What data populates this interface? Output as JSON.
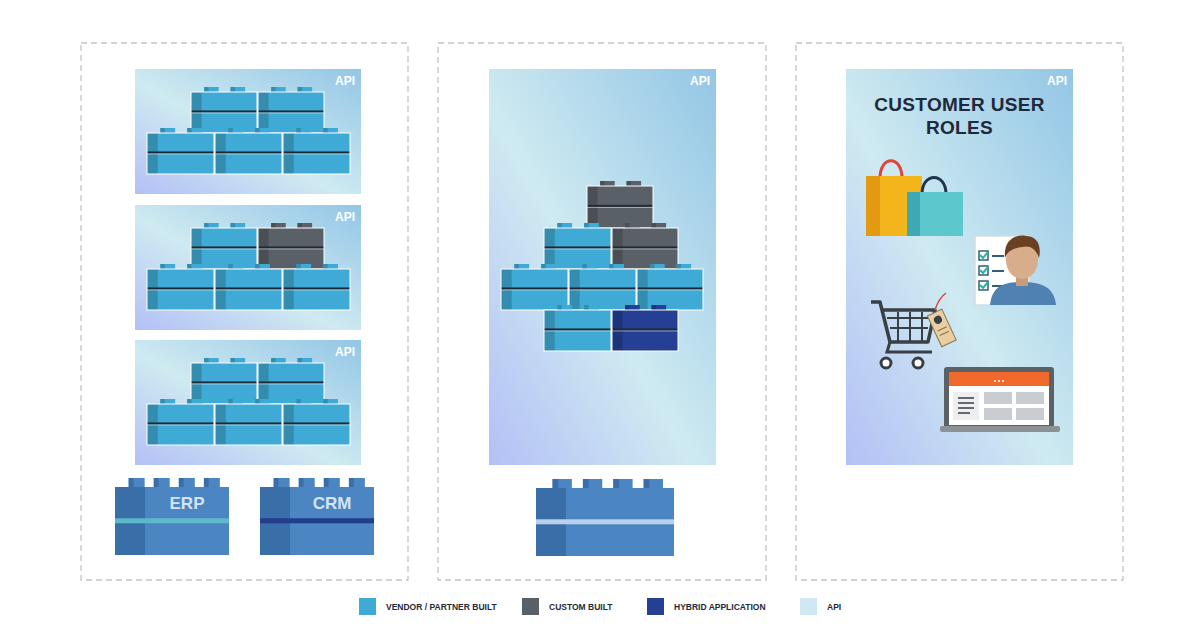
{
  "diagram": {
    "nodes": [
      {
        "text": [
          "API"
        ]
      },
      {
        "text": [
          "API"
        ]
      },
      {
        "text": [
          "API"
        ]
      },
      {
        "text": [
          "ERP"
        ]
      },
      {
        "text": [
          "CRM"
        ]
      },
      {
        "text": [
          "API"
        ]
      },
      {
        "text": [
          "API",
          "CUSTOMER USER ROLES"
        ]
      }
    ],
    "edges": [],
    "legend": [
      {
        "text": "VENDOR / PARTNER BUILT",
        "color": "#3faad5"
      },
      {
        "text": "CUSTOM BUILT",
        "color": "#5a6067"
      },
      {
        "text": "HYBRID APPLICATION",
        "color": "#243f94"
      },
      {
        "text": "API",
        "color": "#cfe8f3"
      }
    ]
  }
}
